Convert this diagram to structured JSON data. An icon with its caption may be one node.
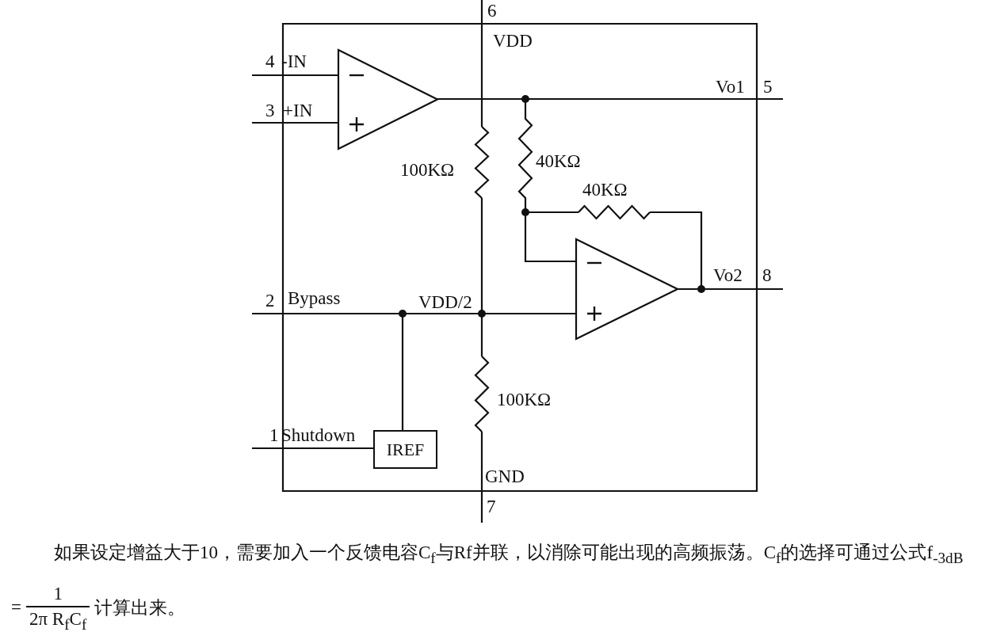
{
  "diagram": {
    "caption": "如果设定增益大于10，需要加入一个反馈电容C$_{f}$与Rf并联，以消除可能出现的高频振荡。C$_{f}$的选择可通过公式",
    "nodes": [
      {
        "text": [],
        "shape": "triangle"
      },
      {
        "text": [],
        "shape": "triangle"
      },
      {
        "text": [
          "IREF"
        ]
      }
    ],
    "edges": [
      {
        "from": 0,
        "to": 1,
        "arrow": "none"
      },
      {
        "from": 2,
        "to": 1,
        "arrow": "none"
      }
    ],
    "labels": [
      "6",
      "VDD",
      "4",
      "-IN",
      "3",
      "+IN",
      "Vo1",
      "5",
      "100KΩ",
      "40KΩ",
      "40KΩ",
      "Vo2",
      "8",
      "2",
      "Bypass",
      "VDD/2",
      "100KΩ",
      "1",
      "Shutdown",
      "GND",
      "7",
      "f$_{-3dB}$ =",
      "1",
      "2π R$_{f}$C$_{f}$",
      "计算出来。"
    ]
  }
}
